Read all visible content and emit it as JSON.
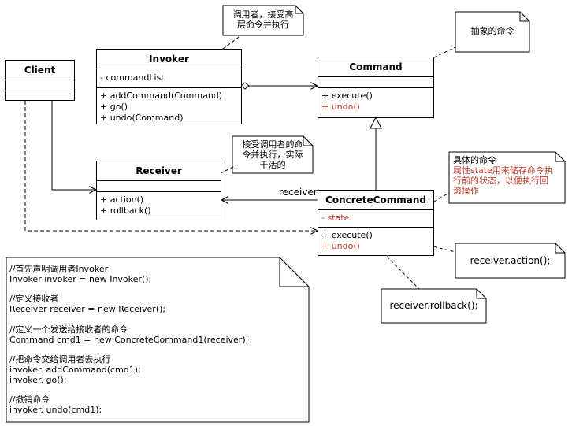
{
  "classes": {
    "client": {
      "name": "Client"
    },
    "invoker": {
      "name": "Invoker",
      "attributes": [
        "- commandList"
      ],
      "methods": [
        "+ addCommand(Command)",
        "+ go()",
        "+ undo(Command)"
      ]
    },
    "command": {
      "name": "Command",
      "methods": [
        "+ execute()",
        "+ undo()"
      ]
    },
    "receiver": {
      "name": "Receiver",
      "methods": [
        "+ action()",
        "+ rollback()"
      ]
    },
    "concrete": {
      "name": "ConcreteCommand",
      "attributes": [
        "- state"
      ],
      "methods": [
        "+ execute()",
        "+ undo()"
      ]
    }
  },
  "assoc_label": "receiver",
  "notes": {
    "invoker_note": [
      "调用者，接受高",
      "层命令并执行"
    ],
    "command_note": [
      "抽象的命令"
    ],
    "receiver_note": [
      "接受调用者的命",
      "令并执行，实际",
      "干活的"
    ],
    "concrete_note_title": "具体的命令",
    "concrete_note_body": [
      "属性state用来储存命令执",
      "行前的状态，以便执行回",
      "滚操作"
    ],
    "action_note": "receiver.action();",
    "rollback_note": "receiver.rollback();",
    "code_lines": [
      "//首先声明调用者Invoker",
      "Invoker invoker = new Invoker();",
      "",
      "//定义接收者",
      "Receiver receiver = new Receiver();",
      "",
      "//定义一个发送给接收者的命令",
      "Command cmd1 = new ConcreteCommand1(receiver);",
      "",
      "//把命令交给调用者去执行",
      "invoker. addCommand(cmd1);",
      "invoker. go();",
      "",
      "//撤销命令",
      "invoker. undo(cmd1);"
    ]
  },
  "colors": {
    "line": "#000000",
    "accent_red": "#c0392b"
  }
}
